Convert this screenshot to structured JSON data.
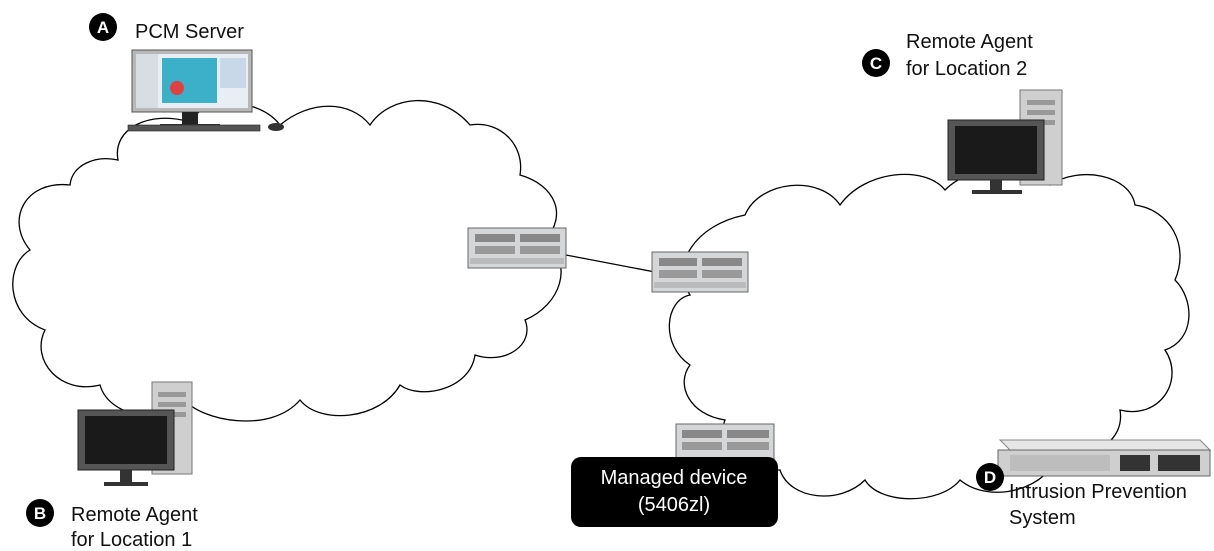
{
  "nodes": {
    "a": {
      "badge": "A",
      "label": "PCM Server"
    },
    "b": {
      "badge": "B",
      "label_line1": "Remote Agent",
      "label_line2": "for Location  1"
    },
    "c": {
      "badge": "C",
      "label_line1": "Remote Agent",
      "label_line2": "for Location 2"
    },
    "d": {
      "badge": "D",
      "label_line1": "Intrusion Prevention",
      "label_line2": "System"
    }
  },
  "managed_device": {
    "line1": "Managed device",
    "line2": "(5406zl)"
  },
  "colors": {
    "badge": "#000000",
    "managed_box": "#000000",
    "cloud_stroke": "#000000",
    "screen": "#1a1a1a",
    "screen_content": "#3cb0c8",
    "chassis": "#cfcfcf"
  }
}
